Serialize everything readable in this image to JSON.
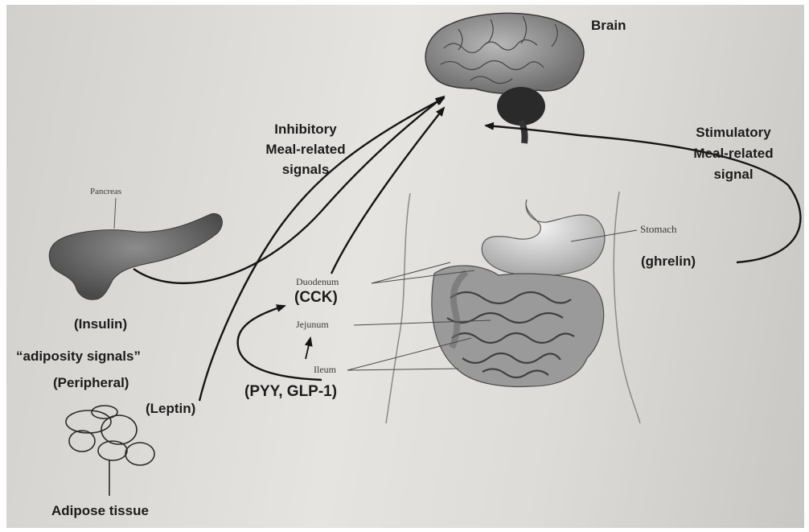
{
  "labels": {
    "brain": "Brain",
    "inhibitory": [
      "Inhibitory",
      "Meal-related",
      "signals"
    ],
    "stimulatory": [
      "Stimulatory",
      "Meal-related",
      "signal"
    ],
    "pancreas": "Pancreas",
    "insulin": "(Insulin)",
    "adiposity": "“adiposity signals”",
    "peripheral": "(Peripheral)",
    "leptin": "(Leptin)",
    "adipose_tissue": "Adipose tissue",
    "stomach": "Stomach",
    "ghrelin": "(ghrelin)",
    "duodenum": "Duodenum",
    "cck": "(CCK)",
    "jejunum": "Jejunum",
    "ileum": "Ileum",
    "pyy_glp1": "(PYY, GLP-1)"
  },
  "colors": {
    "background": "#dcdad6",
    "text": "#1c1c1c",
    "arrow": "#151515"
  }
}
